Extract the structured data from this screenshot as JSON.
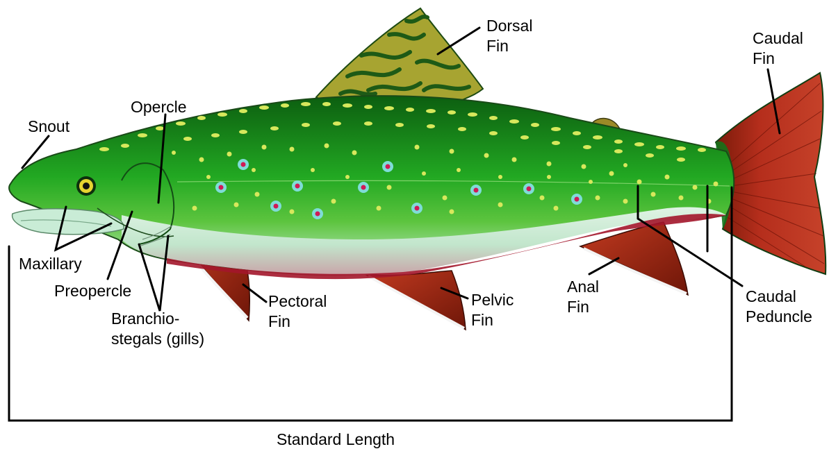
{
  "colors": {
    "body_green": "#1fa31f",
    "back_green": "#0f6f12",
    "belly": "#d9efdf",
    "belly_red": "#9e1226",
    "fin_red": "#a3261a",
    "dorsal_fin": "#9e9a2c",
    "spot_yellow": "#d5e860",
    "spot_ring": "#6fd6d6",
    "spot_core": "#d11a57"
  },
  "labels": {
    "dorsal_fin": [
      "Dorsal",
      "Fin"
    ],
    "caudal_fin": [
      "Caudal",
      "Fin"
    ],
    "opercle": "Opercle",
    "snout": "Snout",
    "maxillary": "Maxillary",
    "preopercle": "Preopercle",
    "branchiostegals": [
      "Branchio-",
      "stegals (gills)"
    ],
    "pectoral_fin": [
      "Pectoral",
      "Fin"
    ],
    "pelvic_fin": [
      "Pelvic",
      "Fin"
    ],
    "anal_fin": [
      "Anal",
      "Fin"
    ],
    "caudal_peduncle": [
      "Caudal",
      "Peduncle"
    ],
    "standard_length": "Standard Length"
  }
}
